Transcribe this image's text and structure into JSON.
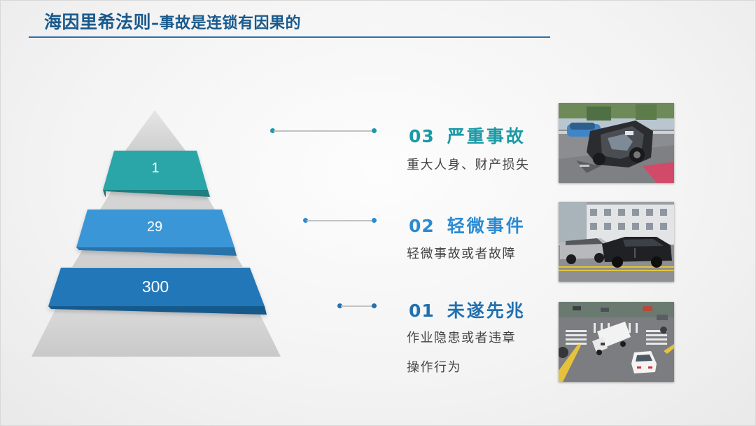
{
  "title": {
    "main": "海因里希法则",
    "dash": "–",
    "sub": "事故是连锁有因果的"
  },
  "pyramid": {
    "tiers": [
      {
        "value": "1",
        "color": "#2ba6a8"
      },
      {
        "value": "29",
        "color": "#3a96d8"
      },
      {
        "value": "300",
        "color": "#2377b8"
      }
    ]
  },
  "levels": [
    {
      "number": "03",
      "title": "严重事故",
      "description": [
        "重大人身、财产损失"
      ],
      "color": "#1b9aa6",
      "photo_icon": "car-crash-photo"
    },
    {
      "number": "02",
      "title": "轻微事件",
      "description": [
        "轻微事故或者故障"
      ],
      "color": "#2a8bd4",
      "photo_icon": "minor-collision-photo"
    },
    {
      "number": "01",
      "title": "未遂先兆",
      "description": [
        "作业隐患或者违章",
        "操作行为"
      ],
      "color": "#2170b0",
      "photo_icon": "intersection-near-miss-photo"
    }
  ]
}
